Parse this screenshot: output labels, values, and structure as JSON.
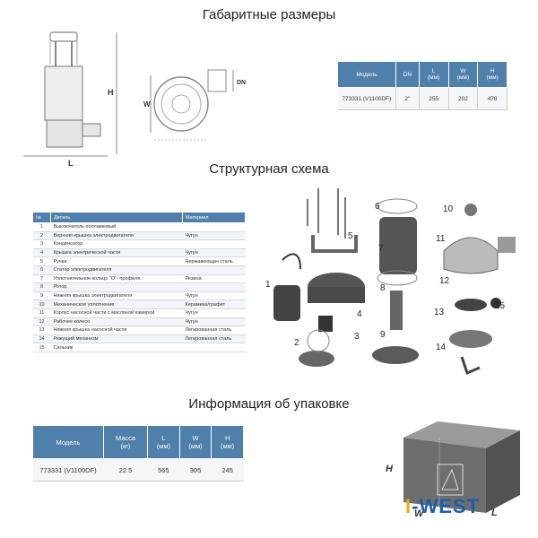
{
  "sections": {
    "dimensions_title": "Габаритные размеры",
    "structure_title": "Структурная схема",
    "packing_title": "Информация об упаковке"
  },
  "dim_labels": {
    "H": "H",
    "L": "L",
    "W": "W",
    "DN": "DN"
  },
  "dim_table": {
    "headers": [
      "Модель",
      "DN",
      "L\n(мм)",
      "W\n(мм)",
      "H\n(мм)"
    ],
    "row": [
      "773331 (V1100DF)",
      "2\"",
      "255",
      "202",
      "478"
    ]
  },
  "parts_table": {
    "headers": [
      "№",
      "Деталь",
      "Материал"
    ],
    "rows": [
      [
        "1",
        "Выключатель поплавковый",
        ""
      ],
      [
        "2",
        "Верхняя крышка электродвигателя",
        "Чугун"
      ],
      [
        "3",
        "Конденсатор",
        ""
      ],
      [
        "4",
        "Крышка электрической части",
        "Чугун"
      ],
      [
        "5",
        "Ручка",
        "Нержавеющая сталь"
      ],
      [
        "6",
        "Статор электродвигателя",
        ""
      ],
      [
        "7",
        "Уплотнительное кольцо \"О\"- профиля",
        "Резина"
      ],
      [
        "8",
        "Ротор",
        ""
      ],
      [
        "9",
        "Нижняя крышка электродвигателя",
        "Чугун"
      ],
      [
        "10",
        "Механическое уплотнение",
        "Керамика/графит"
      ],
      [
        "11",
        "Корпус насосной части с масляной камерой",
        "Чугун"
      ],
      [
        "12",
        "Рабочее колесо",
        "Чугун"
      ],
      [
        "13",
        "Нижняя крышка насосной части",
        "Легированная сталь"
      ],
      [
        "14",
        "Режущий механизм",
        "Легированная сталь"
      ],
      [
        "15",
        "Сальник",
        ""
      ]
    ]
  },
  "callouts": [
    "1",
    "2",
    "3",
    "4",
    "5",
    "6",
    "7",
    "8",
    "9",
    "10",
    "11",
    "12",
    "13",
    "14",
    "15"
  ],
  "pack_table": {
    "headers": [
      "Модель",
      "Масса\n(кг)",
      "L\n(мм)",
      "W\n(мм)",
      "H\n(мм)"
    ],
    "row": [
      "773331 (V1100DF)",
      "22.5",
      "565",
      "305",
      "245"
    ]
  },
  "box_labels": {
    "H": "H",
    "W": "W",
    "L": "L"
  },
  "logo": {
    "prefix": "I",
    "text": "-WEST",
    "accent": "#f2a81d",
    "brand": "#1a5fa8"
  }
}
